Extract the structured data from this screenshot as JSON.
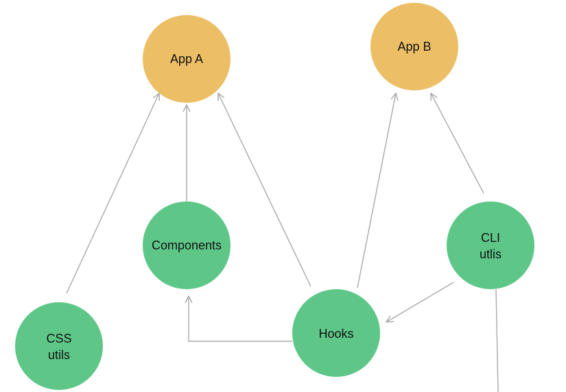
{
  "colors": {
    "app_node": "#ECBF66",
    "lib_node": "#5EC788",
    "edge": "#A8A8A8",
    "label": "#111111"
  },
  "nodes": {
    "app_a": {
      "lines": [
        "App A"
      ],
      "kind": "app"
    },
    "app_b": {
      "lines": [
        "App B"
      ],
      "kind": "app"
    },
    "components": {
      "lines": [
        "Components"
      ],
      "kind": "lib"
    },
    "cli_utils": {
      "lines": [
        "CLI",
        "utlis"
      ],
      "kind": "lib"
    },
    "css_utils": {
      "lines": [
        "CSS",
        "utils"
      ],
      "kind": "lib"
    },
    "hooks": {
      "lines": [
        "Hooks"
      ],
      "kind": "lib"
    }
  },
  "edges": [
    {
      "from": "css_utils",
      "to": "app_a"
    },
    {
      "from": "components",
      "to": "app_a"
    },
    {
      "from": "hooks",
      "to": "app_a"
    },
    {
      "from": "hooks",
      "to": "app_b"
    },
    {
      "from": "cli_utils",
      "to": "app_b"
    },
    {
      "from": "cli_utils",
      "to": "hooks"
    },
    {
      "from": "hooks",
      "to": "components"
    },
    {
      "from": "cli_utils",
      "to": "offscreen"
    }
  ]
}
